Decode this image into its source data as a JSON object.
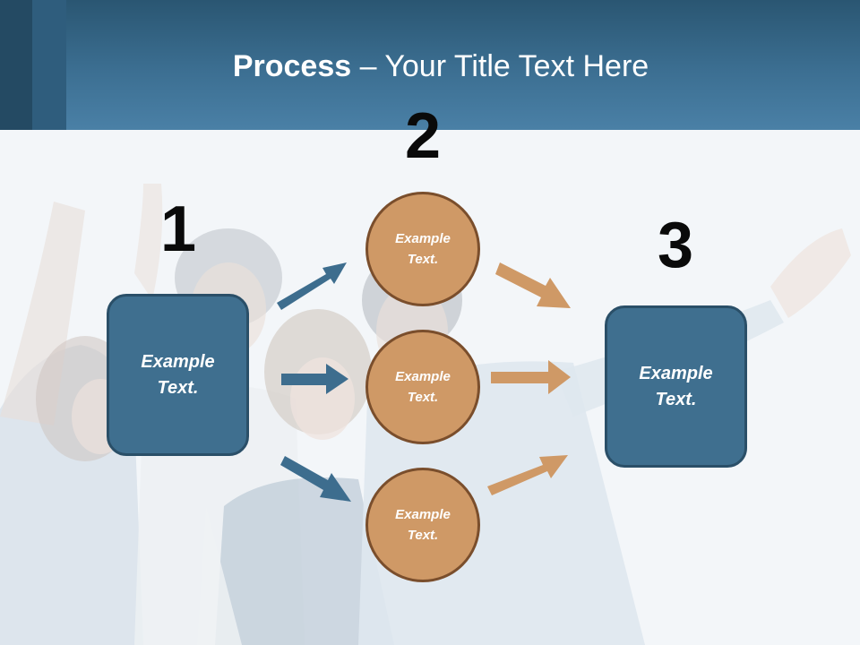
{
  "title": {
    "bold": "Process",
    "rest": " – Your Title Text Here"
  },
  "steps": {
    "one": "1",
    "two": "2",
    "three": "3"
  },
  "left_box": {
    "label": "Example Text."
  },
  "circles": [
    {
      "label": "Example Text."
    },
    {
      "label": "Example Text."
    },
    {
      "label": "Example Text."
    }
  ],
  "right_box": {
    "label": "Example Text."
  },
  "colors": {
    "header": "#3c6f92",
    "box_fill": "#3f6f8f",
    "circle_fill": "#cf9966",
    "blue_arrow": "#3d6d8e",
    "orange_arrow": "#cf9966"
  }
}
